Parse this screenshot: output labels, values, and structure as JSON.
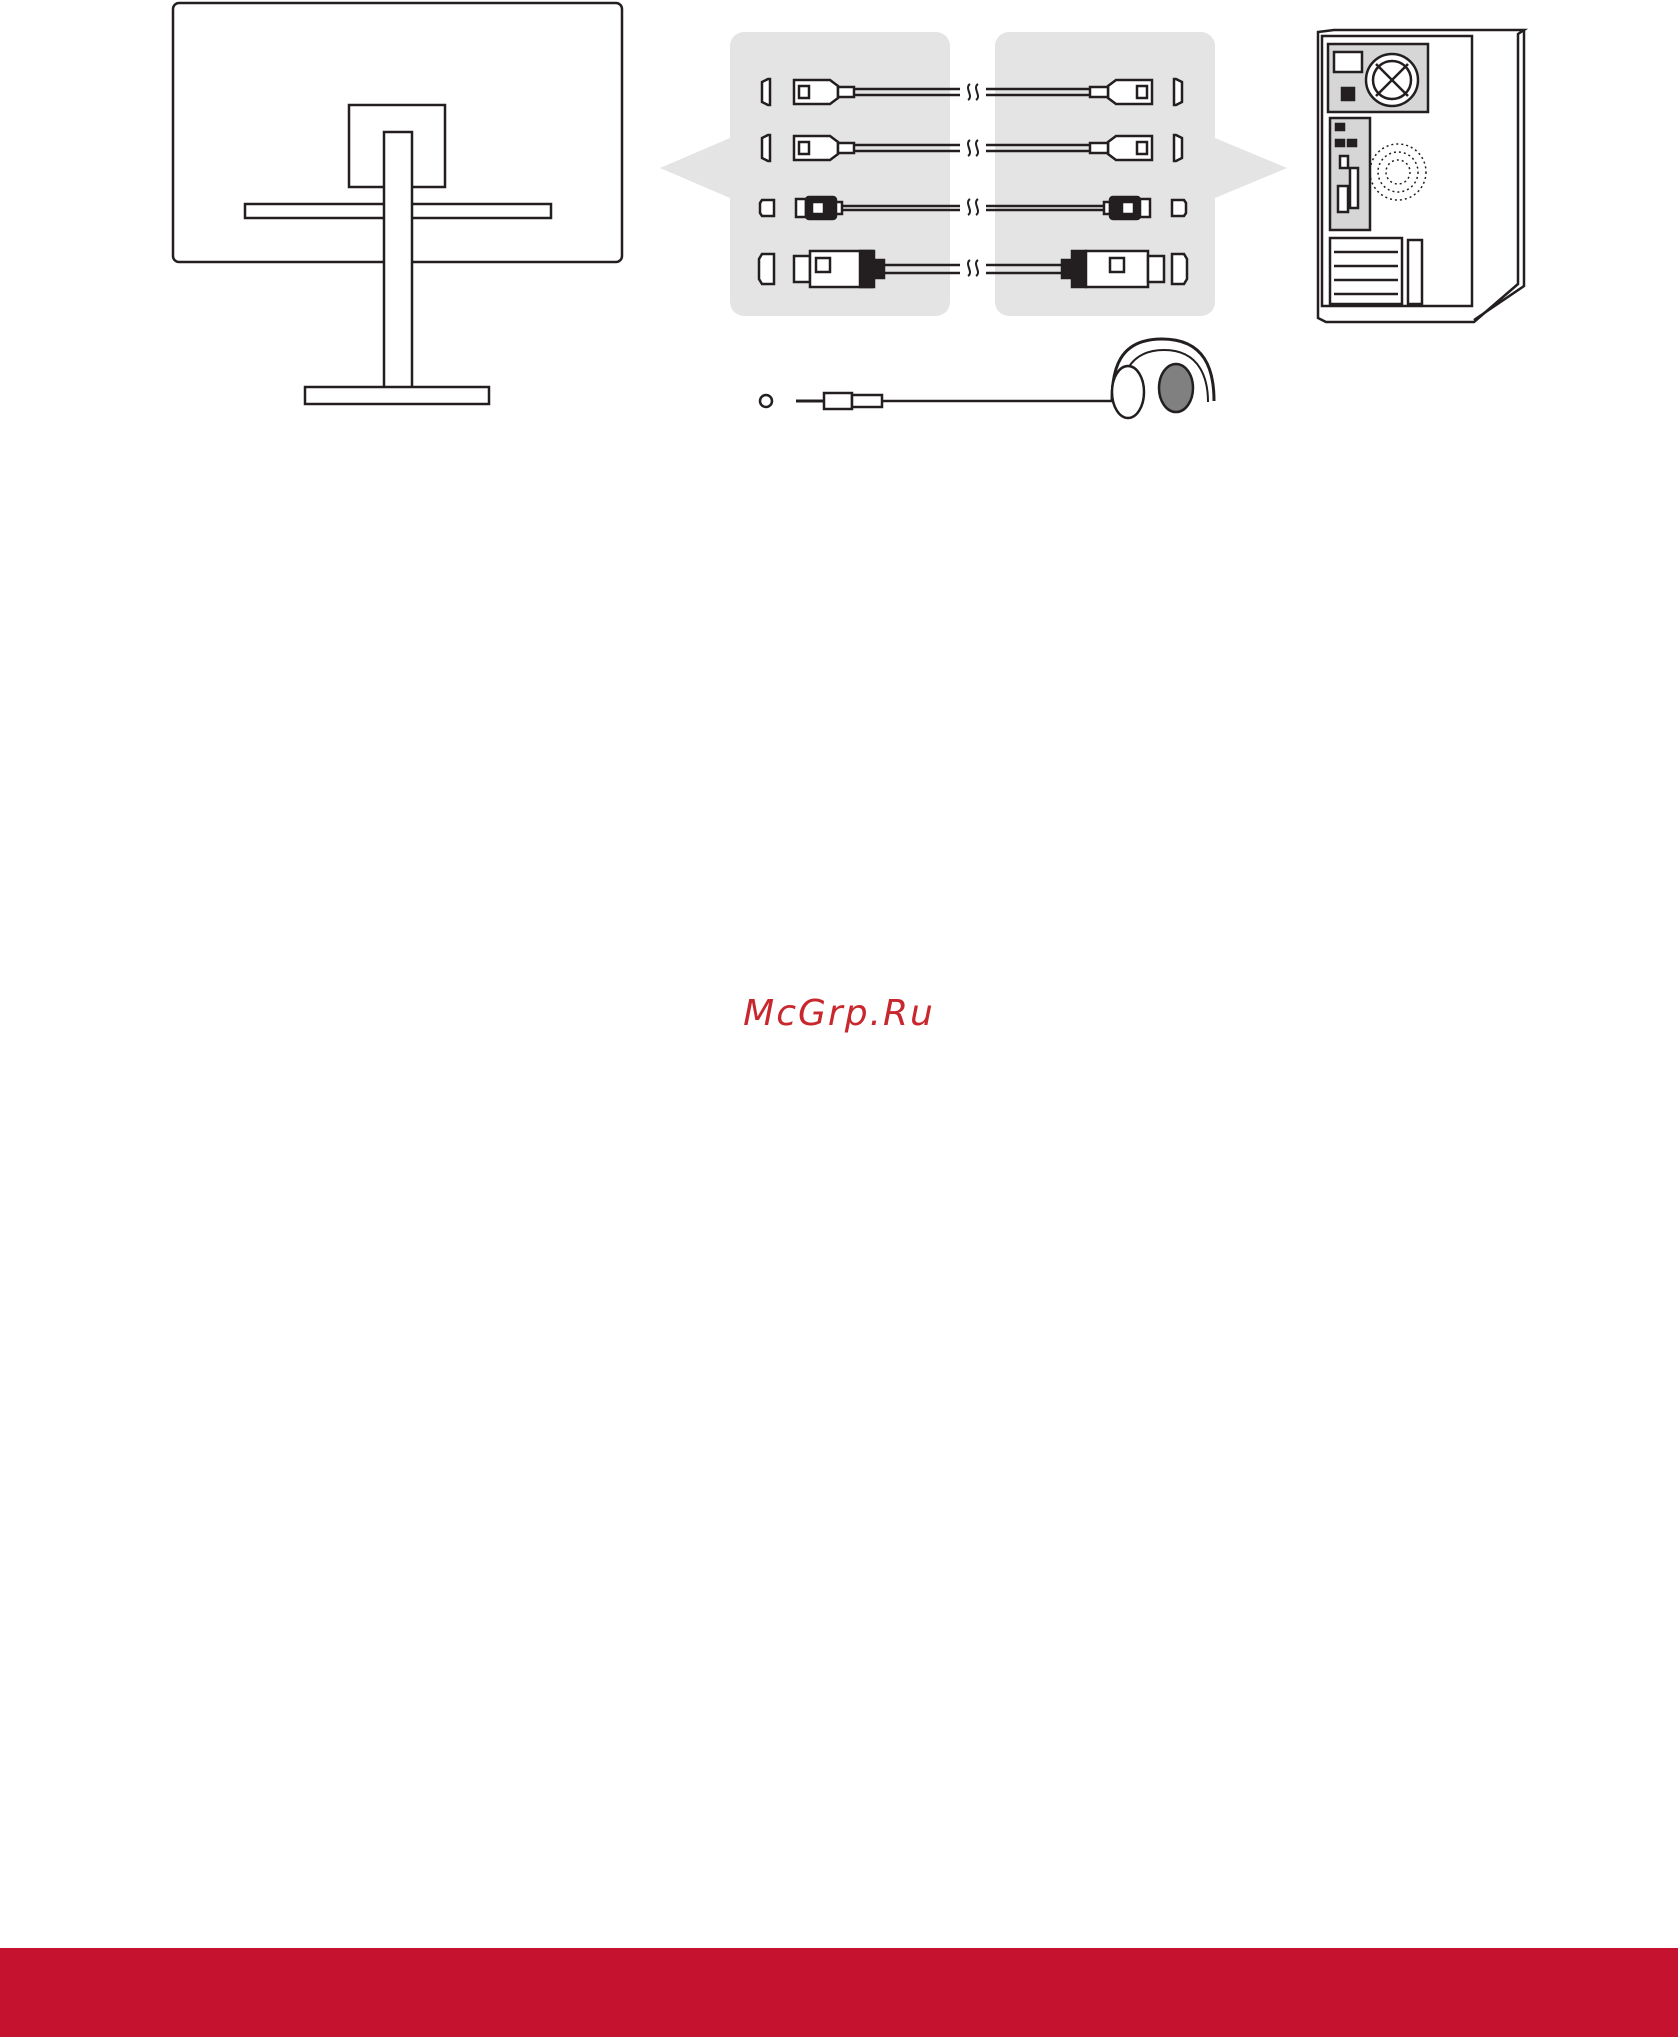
{
  "watermark": {
    "text": "McGrp.Ru"
  },
  "colors": {
    "brand_red": "#c4122f",
    "panel_gray": "#e4e4e4",
    "line": "#231f20",
    "watermark": "#c8282d"
  },
  "icons": {
    "monitor": "monitor-rear-outline-icon",
    "computer": "desktop-tower-icon",
    "headphones": "headphones-icon",
    "cable_break": "cable-break-icon"
  },
  "connections": [
    {
      "type": "hdmi"
    },
    {
      "type": "hdmi"
    },
    {
      "type": "mini-displayport"
    },
    {
      "type": "displayport"
    }
  ],
  "audio": {
    "type": "3.5mm-audio"
  }
}
